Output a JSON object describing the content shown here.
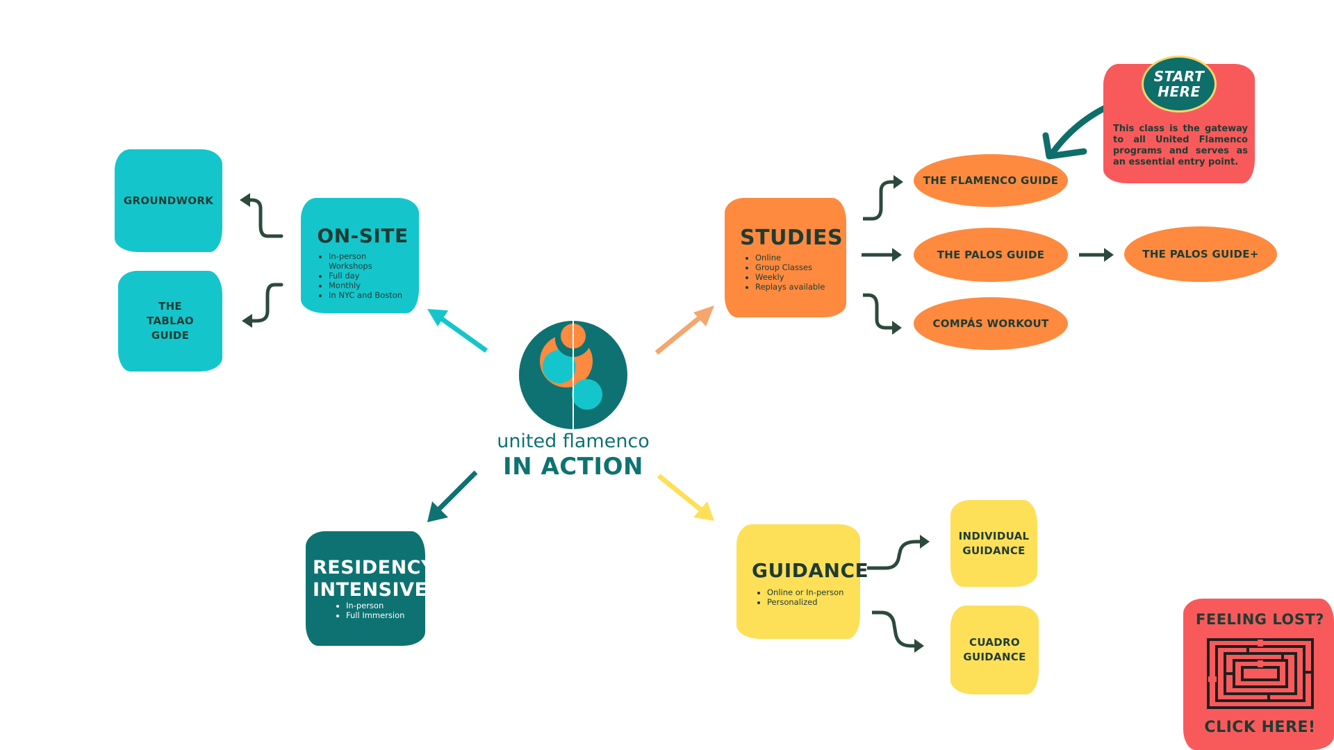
{
  "brand": {
    "name": "united flamenco",
    "subtitle": "IN ACTION"
  },
  "onsite": {
    "title": "ON-SITE",
    "bullets": [
      "In-person Workshops",
      "Full day",
      "Monthly",
      "In NYC and Boston"
    ],
    "children": [
      "GROUNDWORK",
      "THE TABLAO GUIDE"
    ]
  },
  "studies": {
    "title": "STUDIES",
    "bullets": [
      "Online",
      "Group Classes",
      "Weekly",
      "Replays available"
    ],
    "children": [
      "THE FLAMENCO GUIDE",
      "THE PALOS GUIDE",
      "COMPÁS WORKOUT"
    ],
    "next": "THE PALOS GUIDE+"
  },
  "residency": {
    "title_line1": "RESIDENCY",
    "title_line2": "INTENSIVES",
    "bullets": [
      "In-person",
      "Full Immersion"
    ]
  },
  "guidance": {
    "title": "GUIDANCE",
    "bullets": [
      "Online or In-person",
      "Personalized"
    ],
    "children": [
      "INDIVIDUAL GUIDANCE",
      "CUADRO GUIDANCE"
    ]
  },
  "start_here": {
    "badge_line1": "START",
    "badge_line2": "HERE",
    "note": "This class is the gateway to all United Flamenco programs and serves as an essential entry point."
  },
  "feeling_lost": {
    "title": "FEELING LOST?",
    "action": "CLICK HERE!"
  },
  "colors": {
    "teal": "#14c6cc",
    "dark_teal": "#0e7272",
    "orange": "#fd8a3f",
    "yellow": "#fde058",
    "red": "#f85a5b",
    "arrow": "#2c4a3c"
  }
}
